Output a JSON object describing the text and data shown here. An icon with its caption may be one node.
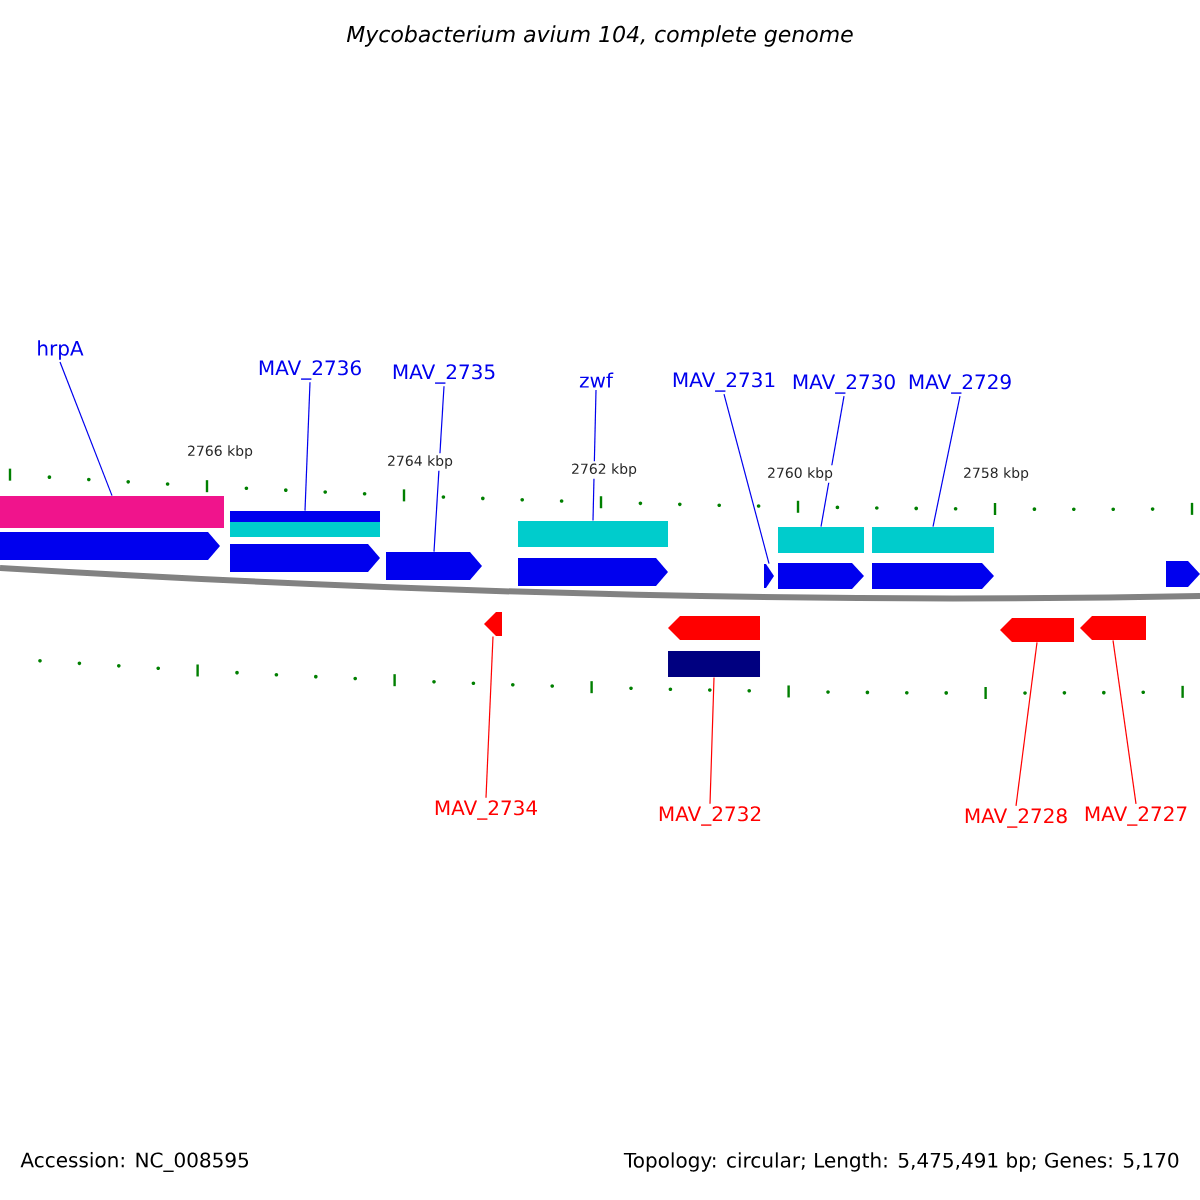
{
  "diagram": {
    "title": "*Mycobacterium avium* 104, complete genome",
    "nodes": [
      {
        "text": [
          "hrpA"
        ]
      },
      {
        "text": [
          "MAV_2736"
        ]
      },
      {
        "text": [
          "MAV_2735"
        ]
      },
      {
        "text": [
          "zwf"
        ]
      },
      {
        "text": [
          "MAV_2731"
        ]
      },
      {
        "text": [
          "MAV_2730"
        ]
      },
      {
        "text": [
          "MAV_2729"
        ]
      },
      {
        "text": [
          "MAV_2734"
        ]
      },
      {
        "text": [
          "MAV_2732"
        ]
      },
      {
        "text": [
          "MAV_2728"
        ]
      },
      {
        "text": [
          "MAV_2727"
        ]
      },
      {
        "text": [],
        "shape": "bar"
      },
      {
        "text": [],
        "shape": "bar"
      },
      {
        "text": [],
        "shape": "arrow"
      },
      {
        "text": [],
        "shape": "bar"
      },
      {
        "text": [],
        "shape": "arrow"
      },
      {
        "text": [],
        "shape": "bar"
      },
      {
        "text": [],
        "shape": "bar"
      },
      {
        "text": [],
        "shape": "arrow"
      },
      {
        "text": [],
        "shape": "bar"
      },
      {
        "text": [],
        "shape": "arrow"
      },
      {
        "text": [],
        "shape": "arrow"
      },
      {
        "text": [],
        "shape": "arrow"
      },
      {
        "text": [],
        "shape": "arrow"
      },
      {
        "text": [],
        "shape": "arrow"
      },
      {
        "text": [],
        "shape": "arrow"
      },
      {
        "text": [],
        "shape": "arrow"
      },
      {
        "text": [],
        "shape": "arrow"
      },
      {
        "text": [],
        "shape": "arrow"
      }
    ],
    "edges": [
      {
        "from": 0,
        "to": 11,
        "arrow": "none"
      },
      {
        "from": 1,
        "to": 12,
        "arrow": "none"
      },
      {
        "from": 2,
        "to": 13,
        "arrow": "none"
      },
      {
        "from": 3,
        "to": 14,
        "arrow": "none"
      },
      {
        "from": 4,
        "to": 15,
        "arrow": "none"
      },
      {
        "from": 5,
        "to": 16,
        "arrow": "none"
      },
      {
        "from": 6,
        "to": 17,
        "arrow": "none"
      },
      {
        "from": 7,
        "to": 18,
        "arrow": "none",
        "color": "#ff0000"
      },
      {
        "from": 8,
        "to": 19,
        "arrow": "none",
        "color": "#ff0000"
      },
      {
        "from": 9,
        "to": 20,
        "arrow": "none",
        "color": "#ff0000"
      },
      {
        "from": 10,
        "to": 21,
        "arrow": "none",
        "color": "#ff0000"
      }
    ],
    "labels": [
      "2766 kbp",
      "2764 kbp",
      "2762 kbp",
      "2760 kbp",
      "2758 kbp",
      "Accession: NC_008595",
      "Topology: circular; Length: 5,475,491 bp; Genes: 5,170"
    ]
  }
}
